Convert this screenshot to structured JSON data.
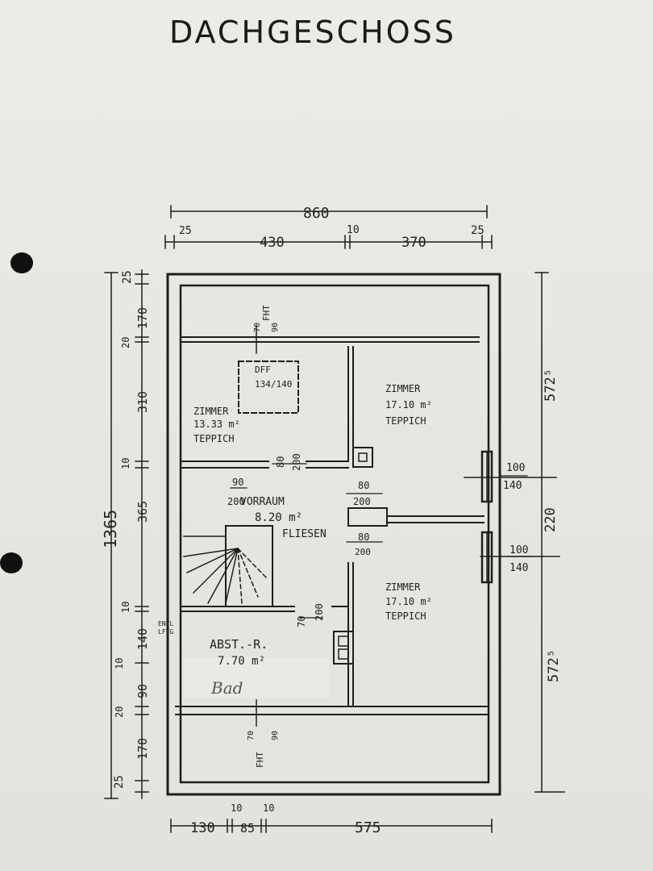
{
  "title": "DACHGESCHOSS",
  "dimensions": {
    "top_total": "860",
    "top_left_margin": "25",
    "top_left": "430",
    "top_wall": "10",
    "top_right": "370",
    "top_right_margin": "25",
    "left_total": "1365",
    "left_top_margin": "25",
    "left_170_top": "170",
    "left_20_top": "20",
    "left_310": "310",
    "left_10_a": "10",
    "left_365": "365",
    "left_10_b": "10",
    "left_140": "140",
    "left_10_c": "10",
    "left_90": "90",
    "left_20_bottom": "20",
    "left_170_bottom": "170",
    "left_bottom_margin": "25",
    "right_upper": "572⁵",
    "right_middle": "220",
    "right_lower": "572⁵",
    "bottom_130": "130",
    "bottom_10_a": "10",
    "bottom_85": "85",
    "bottom_10_b": "10",
    "bottom_575": "575"
  },
  "rooms": {
    "zimmer_left_name": "ZIMMER",
    "zimmer_left_area": "13.33 m²",
    "zimmer_left_floor": "TEPPICH",
    "zimmer_right_top_name": "ZIMMER",
    "zimmer_right_top_area": "17.10 m²",
    "zimmer_right_top_floor": "TEPPICH",
    "vorraum_name": "VORRAUM",
    "vorraum_area": "8.20 m²",
    "vorraum_floor": "FLIESEN",
    "zimmer_right_bottom_name": "ZIMMER",
    "zimmer_right_bottom_area": "17.10 m²",
    "zimmer_right_bottom_floor": "TEPPICH",
    "abst_name": "ABST.-R.",
    "abst_area": "7.70 m²",
    "bad": "Bad"
  },
  "openings": {
    "dff_label": "DFF",
    "dff_size": "134/140",
    "fht_top": "FHT",
    "fht_top_w": "70",
    "fht_top_h": "90",
    "fht_bottom": "FHT",
    "fht_bottom_w": "70",
    "fht_bottom_h": "90",
    "door_zl_w": "80",
    "door_zl_h": "200",
    "door_v_w": "90",
    "door_v_h": "200",
    "door_zr_top_w": "80",
    "door_zr_top_h": "200",
    "door_zr_bot_w": "80",
    "door_zr_bot_h": "200",
    "door_abst_w": "70",
    "door_abst_h": "200",
    "window_top_w": "100",
    "window_top_h": "140",
    "window_bot_w": "100",
    "window_bot_h": "140",
    "entl": "ENTL",
    "lftg": "LFTG"
  }
}
